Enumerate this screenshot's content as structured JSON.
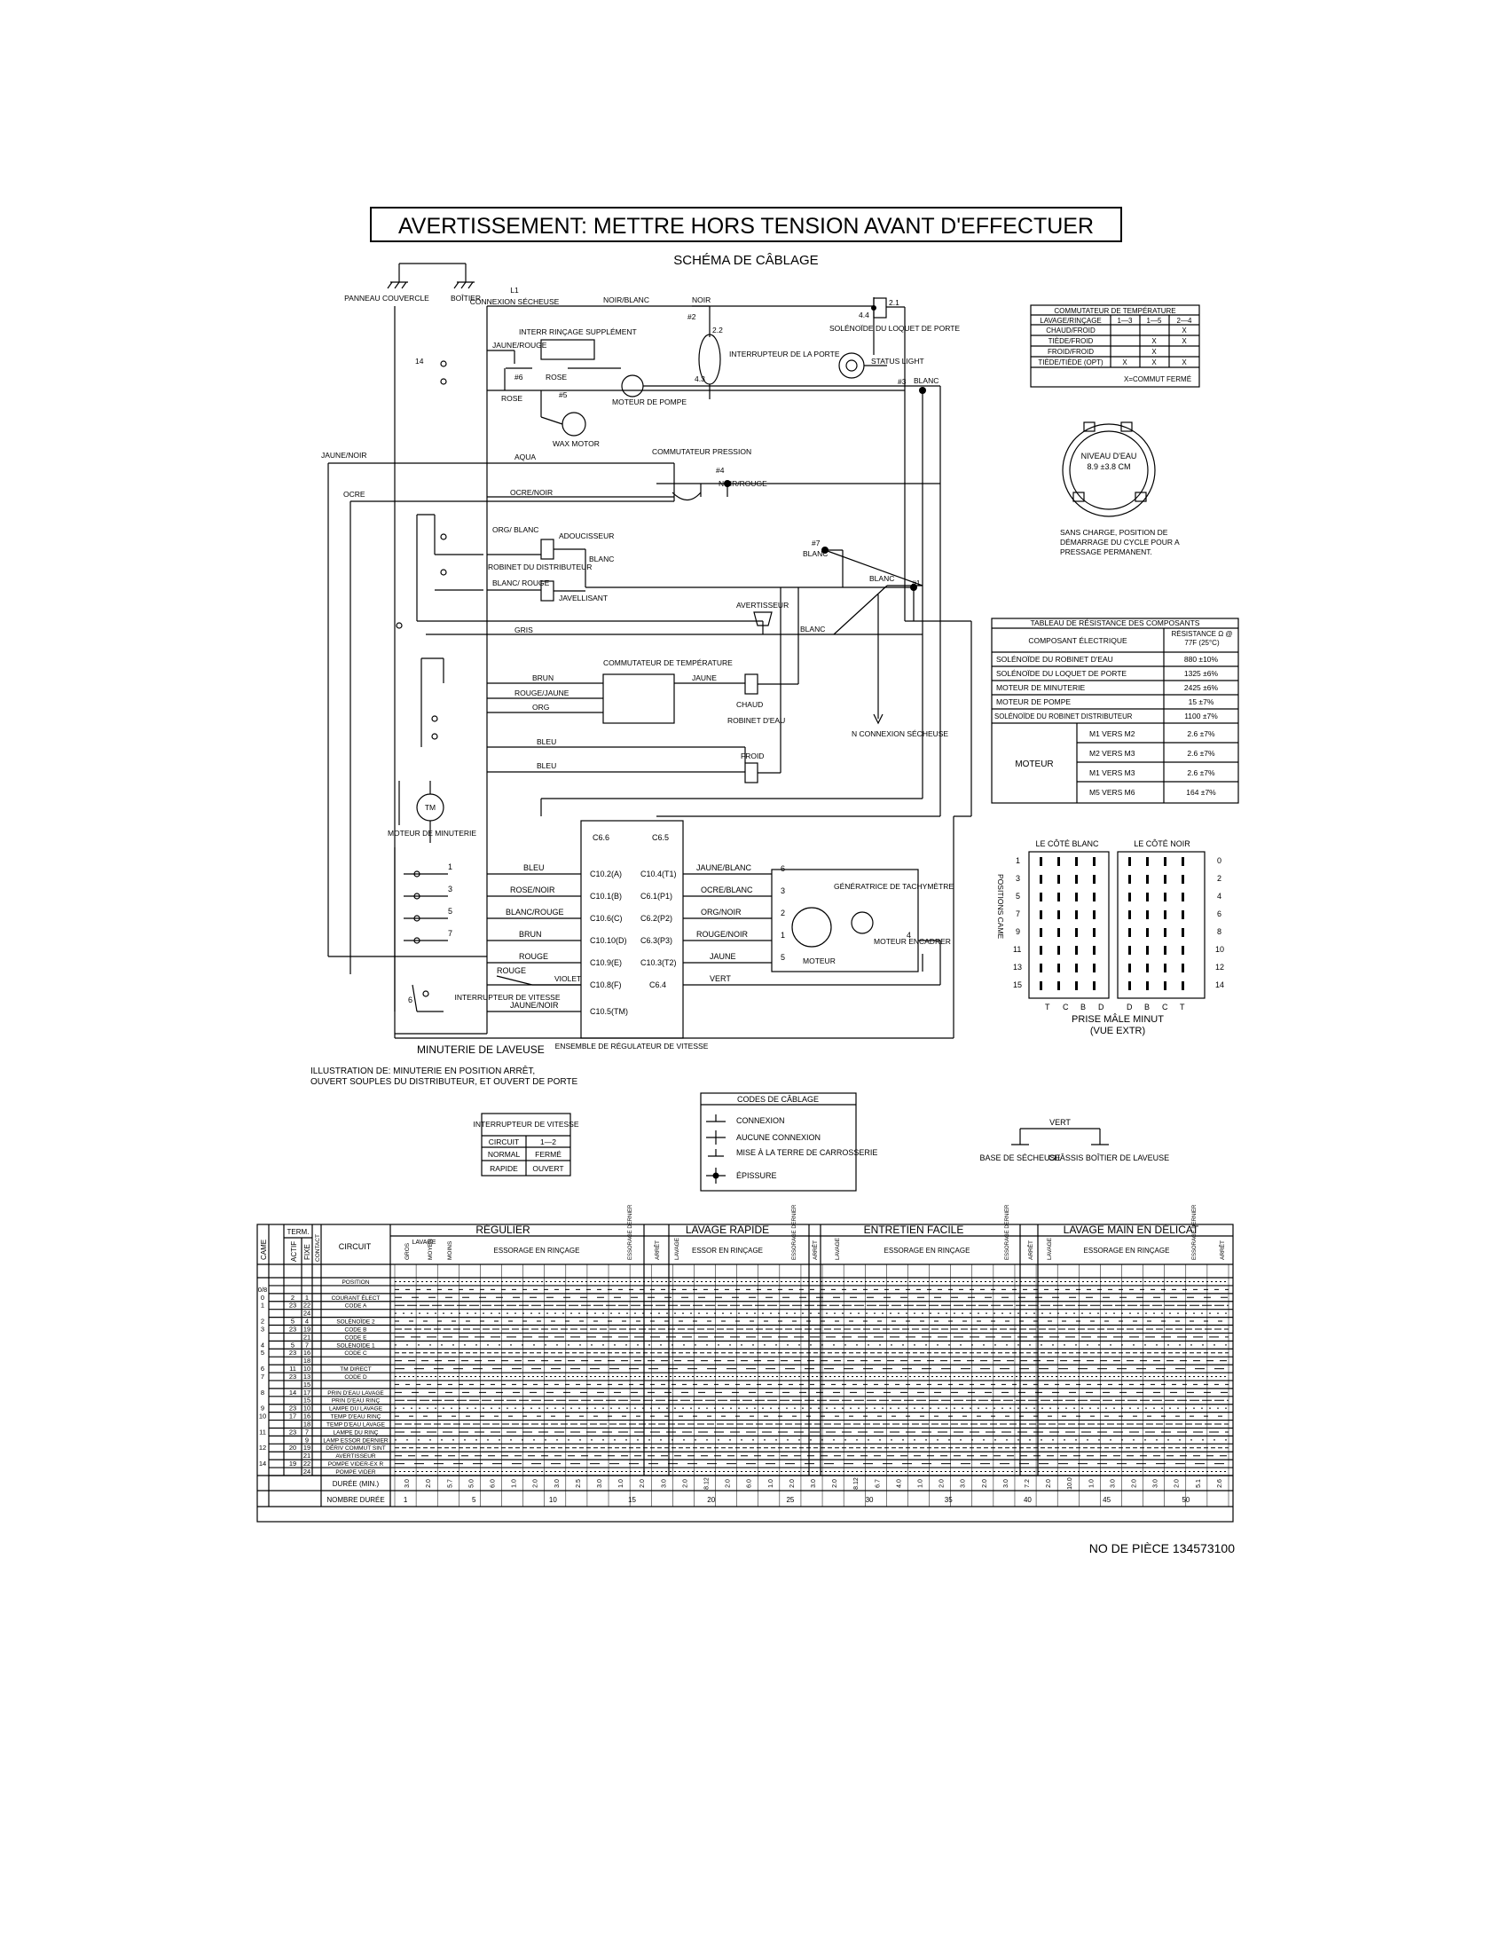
{
  "warning": "AVERTISSEMENT: METTRE HORS TENSION AVANT D'EFFECTUER",
  "subtitle": "SCHÉMA DE CÂBLAGE",
  "top_left": {
    "panneau": "PANNEAU COUVERCLE",
    "boitier": "BOÎTIER"
  },
  "schematic_labels": {
    "l1": "L1",
    "connexion_secheuse": "CONNEXION SÉCHEUSE",
    "noir_blanc": "NOIR/BLANC",
    "noir": "NOIR",
    "p2": "#2",
    "s22": "2.2",
    "s43": "4.3",
    "s44": "4.4",
    "s21": "2.1",
    "interrupteur_porte": "INTERRUPTEUR DE LA PORTE",
    "solenoide_loquet": "SOLÉNOÏDE DU LOQUET DE PORTE",
    "status_light": "STATUS LIGHT",
    "p3": "#3",
    "blanc": "BLANC",
    "interr_rincage": "INTERR RINÇAGE SUPPLÉMENT",
    "jaune_rouge": "JAUNE/ROUGE",
    "t14": "14",
    "p6": "#6",
    "rose": "ROSE",
    "p5": "#5",
    "moteur_pompe": "MOTEUR DE POMPE",
    "wax_motor": "WAX MOTOR",
    "commutateur_pression": "COMMUTATEUR PRESSION",
    "jaune_noir": "JAUNE/NOIR",
    "aqua": "AQUA",
    "ocre": "OCRE",
    "ocre_noir": "OCRE/NOIR",
    "p4": "#4",
    "noir_rouge": "NOIR/ROUGE",
    "org_blanc": "ORG/ BLANC",
    "adoucisseur": "ADOUCISSEUR",
    "robinet_distributeur": "ROBINET DU DISTRIBUTEUR",
    "blanc_rouge": "BLANC/ ROUGE",
    "javellisant": "JAVELLISANT",
    "p7": "#7",
    "p1": "#1",
    "avertisseur": "AVERTISSEUR",
    "gris": "GRIS",
    "commutateur_temperature": "COMMUTATEUR DE TEMPÉRATURE",
    "brun": "BRUN",
    "rouge_jaune": "ROUGE/JAUNE",
    "org": "ORG",
    "jaune": "JAUNE",
    "chaud": "CHAUD",
    "robinet_eau": "ROBINET D'EAU",
    "n_connexion_secheuse": "N CONNEXION SÉCHEUSE",
    "bleu": "BLEU",
    "froid": "FROID",
    "tm": "TM",
    "moteur_minuterie": "MOTEUR DE MINUTERIE",
    "rose_noir": "ROSE/NOIR",
    "blanc_rouge2": "BLANC/ROUGE",
    "rouge": "ROUGE",
    "violet": "VIOLET",
    "interrupteur_vitesse": "INTERRUPTEUR DE VITESSE",
    "vert": "VERT",
    "ensemble_regulateur": "ENSEMBLE DE RÉGULATEUR DE VITESSE",
    "generatrice": "GÉNÉRATRICE DE TACHYMÈTRE",
    "moteur": "MOTEUR",
    "moteur_encadrer": "MOTEUR ENCADRER",
    "minuterie_laveuse": "MINUTERIE DE LAVEUSE",
    "illustration": "ILLUSTRATION DE: MINUTERIE EN POSITION ARRÊT,",
    "illustration2": "OUVERT SOUPLES DU DISTRIBUTEUR, ET OUVERT DE PORTE"
  },
  "regulator_left_pins": [
    "C10.2(A)",
    "C10.1(B)",
    "C10.6(C)",
    "C10.10(D)",
    "C10.9(E)",
    "C10.8(F)",
    "C10.5(TM)"
  ],
  "regulator_right_pins": [
    "C10.4(T1)",
    "C6.1(P1)",
    "C6.2(P2)",
    "C6.3(P3)",
    "C10.3(T2)",
    "C6.4"
  ],
  "regulator_top": [
    "C6.6",
    "C6.5"
  ],
  "timer_wires_left": [
    "BLEU",
    "ROSE/NOIR",
    "BLANC/ROUGE",
    "BRUN",
    "ROUGE",
    "JAUNE/NOIR"
  ],
  "timer_wires_right": [
    "JAUNE/BLANC",
    "OCRE/BLANC",
    "ORG/NOIR",
    "ROUGE/NOIR",
    "JAUNE",
    "VERT"
  ],
  "timer_contacts": [
    "1",
    "3",
    "5",
    "7",
    "6"
  ],
  "motor_pins": [
    "6",
    "3",
    "2",
    "1",
    "5",
    "4"
  ],
  "temp_switch_table": {
    "title": "COMMUTATEUR DE TEMPÉRATURE",
    "header": [
      "LAVAGE/RINÇAGE",
      "1—3",
      "1—5",
      "2—4"
    ],
    "rows": [
      [
        "CHAUD/FROID",
        "",
        "",
        "X"
      ],
      [
        "TIÈDE/FROID",
        "",
        "X",
        "X"
      ],
      [
        "FROID/FROID",
        "",
        "X",
        ""
      ],
      [
        "TIÈDE/TIÈDE (OPT)",
        "X",
        "X",
        "X"
      ]
    ],
    "note": "X=COMMUT FERMÉ"
  },
  "water_level": {
    "label": "NIVEAU D'EAU",
    "value": "8.9 ±3.8 CM",
    "note": "SANS CHARGE, POSITION DE DÉMARRAGE DU CYCLE POUR A PRESSAGE PERMANENT."
  },
  "resistance_table": {
    "title": "TABLEAU DE RÉSISTANCE DES COMPOSANTS",
    "col1": "COMPOSANT ÉLECTRIQUE",
    "col2": "RÉSISTANCE Ω @ 77F (25°C)",
    "rows": [
      [
        "SOLÉNOÏDE DU ROBINET D'EAU",
        "880 ±10%"
      ],
      [
        "SOLÉNOÏDE DU LOQUET DE PORTE",
        "1325 ±6%"
      ],
      [
        "MOTEUR DE MINUTERIE",
        "2425 ±6%"
      ],
      [
        "MOTEUR DE POMPE",
        "15 ±7%"
      ],
      [
        "SOLÉNOÏDE DU ROBINET DISTRIBUTEUR",
        "1100 ±7%"
      ]
    ],
    "motor_label": "MOTEUR",
    "motor_rows": [
      [
        "M1 VERS M2",
        "2.6 ±7%"
      ],
      [
        "M2 VERS M3",
        "2.6 ±7%"
      ],
      [
        "M1 VERS M3",
        "2.6 ±7%"
      ],
      [
        "M5 VERS M6",
        "164 ±7%"
      ]
    ]
  },
  "plug": {
    "left_title": "LE CÔTÉ BLANC",
    "right_title": "LE CÔTÉ NOIR",
    "left_nums": [
      "1",
      "3",
      "5",
      "7",
      "9",
      "11",
      "13",
      "15"
    ],
    "right_nums": [
      "0",
      "2",
      "4",
      "6",
      "8",
      "10",
      "12",
      "14"
    ],
    "positions_label": "POSITIONS CAME",
    "bottom_left": [
      "T",
      "C",
      "B",
      "D"
    ],
    "bottom_right": [
      "D",
      "B",
      "C",
      "T"
    ],
    "caption": "PRISE MÂLE MINUT",
    "caption2": "(VUE EXTR)"
  },
  "speed_switch_table": {
    "title": "INTERRUPTEUR DE VITESSE",
    "header": [
      "CIRCUIT",
      "1—2"
    ],
    "rows": [
      [
        "NORMAL",
        "FERMÉ"
      ],
      [
        "RAPIDE",
        "OUVERT"
      ]
    ]
  },
  "wiring_codes": {
    "title": "CODES DE CÂBLAGE",
    "items": [
      "CONNEXION",
      "AUCUNE CONNEXION",
      "MISE À LA TERRE DE CARROSSERIE",
      "ÉPISSURE"
    ]
  },
  "ground": {
    "vert": "VERT",
    "base": "BASE DE SÉCHEUSE",
    "chassis": "CHÂSSIS BOÎTIER DE LAVEUSE"
  },
  "timer_chart": {
    "col_heads": [
      "CAME",
      "ACTIF",
      "FIXE",
      "CONTACT",
      "CIRCUIT"
    ],
    "term_label": "TERM.",
    "sections": [
      "RÉGULIER",
      "LAVAGE RAPIDE",
      "ENTRETIEN FACILE",
      "LAVAGE MAIN EN DÉLICAT"
    ],
    "regulier_sub": [
      "GROS",
      "MOYEN",
      "MOINS"
    ],
    "sub_labels": [
      "LAVAGE",
      "ESSORAGE EN RINÇAGE",
      "ESSORAGE DERNIER",
      "ARRÊT",
      "ESSOR EN RINÇAGE"
    ],
    "rows": [
      [
        "",
        "",
        "",
        "",
        "POSITION"
      ],
      [
        "0/8",
        "",
        "",
        "",
        ""
      ],
      [
        "0",
        "2",
        "1",
        "",
        "COURANT ÉLECT"
      ],
      [
        "1",
        "23",
        "22",
        "",
        "CODE A"
      ],
      [
        "",
        "",
        "24",
        "",
        ""
      ],
      [
        "2",
        "5",
        "4",
        "",
        "SOLÉNOÏDE 2"
      ],
      [
        "3",
        "23",
        "19",
        "",
        "CODE B"
      ],
      [
        "",
        "",
        "21",
        "",
        "CODE E"
      ],
      [
        "4",
        "5",
        "7",
        "",
        "SOLÉNOÏDE 1"
      ],
      [
        "5",
        "23",
        "16",
        "",
        "CODE C"
      ],
      [
        "",
        "",
        "18",
        "",
        ""
      ],
      [
        "6",
        "11",
        "10",
        "",
        "TM DIRECT"
      ],
      [
        "7",
        "23",
        "13",
        "",
        "CODE D"
      ],
      [
        "",
        "",
        "15",
        "",
        ""
      ],
      [
        "8",
        "14",
        "17",
        "",
        "PRIN D'EAU LAVAGE"
      ],
      [
        "",
        "",
        "15",
        "",
        "PRIN D'EAU RINÇ"
      ],
      [
        "9",
        "23",
        "10",
        "",
        "LAMPE DU LAVAGE"
      ],
      [
        "10",
        "17",
        "16",
        "",
        "TEMP D'EAU RINÇ"
      ],
      [
        "",
        "",
        "18",
        "",
        "TEMP D'EAU LAVAGE"
      ],
      [
        "11",
        "23",
        "7",
        "",
        "LAMPE DU RINÇ"
      ],
      [
        "",
        "",
        "9",
        "",
        "LAMP ESSOR DERNIER"
      ],
      [
        "12",
        "20",
        "19",
        "",
        "DÉRIV COMMUT SINT"
      ],
      [
        "",
        "",
        "21",
        "",
        "AVERTISSEUR"
      ],
      [
        "14",
        "19",
        "22",
        "",
        "POMPE VIDER-EX R"
      ],
      [
        "",
        "",
        "24",
        "",
        "POMPE VIDER"
      ]
    ],
    "duree_label": "DURÉE (MIN.)",
    "nombre_label": "NOMBRE DURÉE",
    "durations": [
      "3.0",
      "2.0",
      "5.7",
      "5.0",
      "6.0",
      "1.0",
      "2.0",
      "3.0",
      "2.5",
      "3.0",
      "1.0",
      "2.0",
      "3.0",
      "2.0",
      "8.12",
      "2.0",
      "6.0",
      "1.0",
      "2.0",
      "3.0",
      "2.0",
      "8.12",
      "6.7",
      "4.0",
      "1.0",
      "2.0",
      "3.0",
      "2.0",
      "3.0",
      "7.2",
      "2.0",
      "10.0",
      "1.0",
      "3.0",
      "2.0",
      "3.0",
      "2.0",
      "5.1",
      "2.6"
    ],
    "nombre": [
      "1",
      "5",
      "10",
      "15",
      "20",
      "25",
      "30",
      "35",
      "40",
      "45",
      "50"
    ]
  },
  "part_number": "NO DE PIÈCE 134573100"
}
